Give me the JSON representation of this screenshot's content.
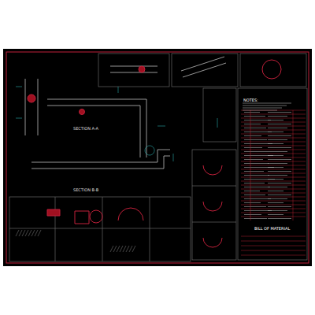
{
  "diagram": {
    "labels": [
      "NOTES:",
      "SECTION A-A",
      "SECTION B-B",
      "BILL OF MATERIAL"
    ]
  }
}
